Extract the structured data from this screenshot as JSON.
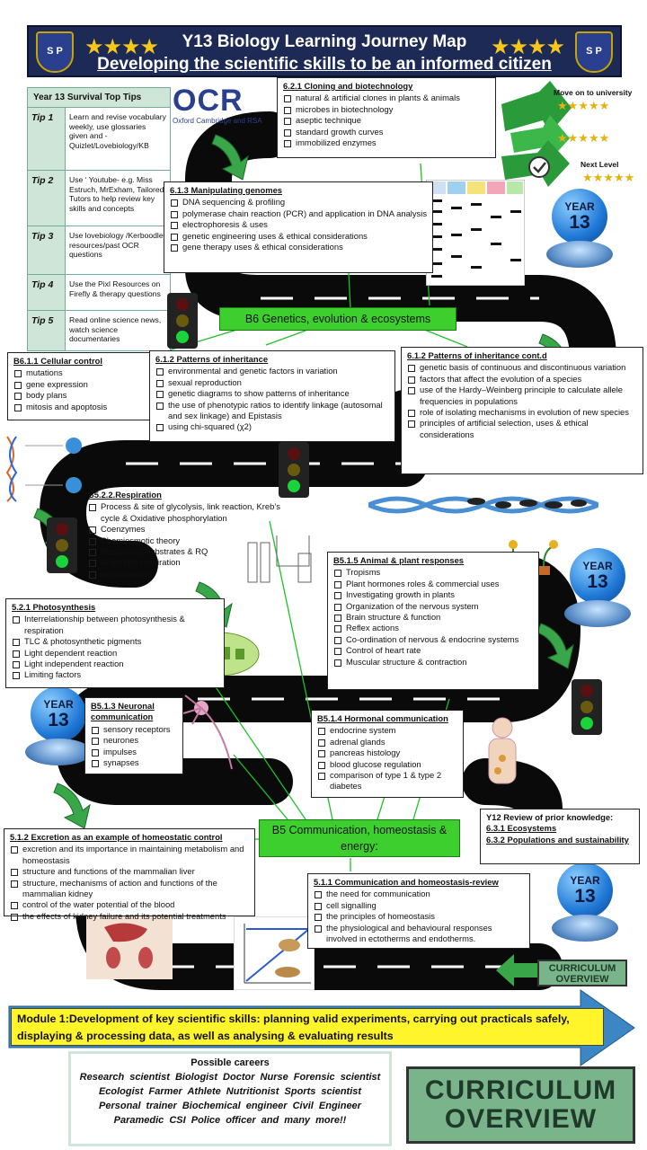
{
  "header": {
    "title": "Y13 Biology Learning Journey Map",
    "subtitle": "Developing the scientific skills to be an informed citizen",
    "stars_left": "★★★★",
    "stars_right": "★★★★",
    "crest_left": "S P",
    "crest_right": "S P"
  },
  "logo": {
    "name": "OCR",
    "sub": "Oxford Cambridge and RSA"
  },
  "tips": {
    "title": "Year 13 Survival Top Tips",
    "rows": [
      {
        "label": "Tip 1",
        "text": "Learn and revise vocabulary weekly, use glossaries given and - Quizlet/Lovebiology/KB"
      },
      {
        "label": "Tip 2",
        "text": "Use ‘ Youtube- e.g. Miss Estruch, MrExham, Tailored Tutors to help review key skills and concepts"
      },
      {
        "label": "Tip 3",
        "text": "Use lovebiology /Kerboodle resources/past OCR questions"
      },
      {
        "label": "Tip 4",
        "text": "Use the Pixl Resources on Firefly & therapy questions"
      },
      {
        "label": "Tip 5",
        "text": "Read online science news, watch science documentaries"
      }
    ]
  },
  "next_steps": {
    "university": "Move on to  university",
    "next_level": "Next Level",
    "rating": "★★★★★"
  },
  "year_label": {
    "word": "YEAR",
    "number": "13"
  },
  "topics": {
    "cloning": {
      "title": "6.2.1 Cloning and biotechnology",
      "items": [
        "natural & artificial clones in plants & animals",
        "microbes in biotechnology",
        "aseptic technique",
        "standard growth curves",
        "immobilized enzymes"
      ]
    },
    "genomes": {
      "title": "6.1.3 Manipulating genomes",
      "items": [
        "DNA sequencing & profiling",
        "polymerase chain reaction (PCR) and application in DNA analysis",
        "electrophoresis & uses",
        "genetic engineering uses & ethical considerations",
        "gene therapy uses  & ethical considerations"
      ]
    },
    "cellular": {
      "title": "B6.1.1 Cellular control",
      "items": [
        "mutations",
        "gene expression",
        "body plans",
        "mitosis and apoptosis"
      ]
    },
    "inheritance": {
      "title": "6.1.2 Patterns of inheritance",
      "items": [
        "environmental and genetic factors in variation",
        "sexual reproduction",
        "genetic diagrams to show patterns of inheritance",
        "the use of phenotypic ratios to identify linkage (autosomal and sex linkage) and Epistasis",
        "using chi-squared (χ2)"
      ]
    },
    "inheritance_cont": {
      "title": "6.1.2 Patterns of inheritance cont.d",
      "items": [
        "genetic basis of continuous and discontinuous variation",
        "factors that affect the evolution of a species",
        "use of the Hardy–Weinberg principle to calculate allele frequencies in populations",
        "role of isolating mechanisms in evolution of new species",
        "principles of artificial selection, uses & ethical considerations"
      ]
    },
    "respiration": {
      "title": "B5.2.2.Respiration",
      "items": [
        "Process & site of glycolysis, link reaction, Kreb’s  cycle & Oxidative phosphorylation",
        "Coenzymes",
        "Chemiosmotic theory",
        "Respiratory substrates  & RQ",
        "Anaerobic respiration",
        "respirometers"
      ]
    },
    "responses": {
      "title": "B5.1.5 Animal & plant responses",
      "items": [
        "Tropisms",
        "Plant hormones roles & commercial uses",
        "Investigating growth in plants",
        "Organization  of the nervous system",
        "Brain structure & function",
        "Reflex actions",
        "Co-ordination of nervous & endocrine systems",
        "Control of heart rate",
        "Muscular structure & contraction"
      ]
    },
    "photosynthesis": {
      "title": "5.2.1 Photosynthesis",
      "items": [
        "Interrelationship between photosynthesis & respiration",
        "TLC & photosynthetic pigments",
        "Light dependent reaction",
        "Light independent reaction",
        "Limiting factors"
      ]
    },
    "neuronal": {
      "title": "B5.1.3 Neuronal communication",
      "items": [
        "sensory receptors",
        "neurones",
        "impulses",
        "synapses"
      ]
    },
    "hormonal": {
      "title": "B5.1.4 Hormonal communication",
      "items": [
        "endocrine system",
        "adrenal glands",
        "pancreas histology",
        "blood glucose regulation",
        "comparison of type 1 & type 2 diabetes"
      ]
    },
    "excretion": {
      "title": "5.1.2 Excretion as an example of homeostatic control",
      "items": [
        "excretion and its importance in maintaining metabolism and homeostasis",
        "structure and functions of the mammalian liver",
        "structure, mechanisms of action and functions of the mammalian kidney",
        "control of the water potential of the blood",
        "the effects of kidney failure and its potential treatments"
      ]
    },
    "homeostasis": {
      "title": "5.1.1 Communication and homeostasis-review",
      "items": [
        "the need for communication",
        "cell signalling",
        "the principles of homeostasis",
        "the physiological and behavioural responses involved in ectotherms and endotherms."
      ]
    }
  },
  "modules": {
    "b6": "B6 Genetics, evolution & ecosystems",
    "b5": "B5 Communication, homeostasis & energy:"
  },
  "review": {
    "title": "Y12 Review of prior knowledge:",
    "line1": "6.3.1 Ecosystems",
    "line2": "6.3.2 Populations and sustainability"
  },
  "module1": "Module 1:Development of key scientific skills: planning valid experiments, carrying out practicals safely, displaying & processing data, as well as analysing & evaluating results",
  "careers": {
    "title": "Possible careers",
    "list": "Research scientist  Biologist  Doctor  Nurse  Forensic scientist  Ecologist  Farmer  Athlete  Nutritionist  Sports scientist  Personal trainer  Biochemical engineer  Civil Engineer  Paramedic  CSI  Police officer  and many more!!"
  },
  "curriculum": {
    "line1": "CURRICULUM",
    "line2": "OVERVIEW"
  },
  "colors": {
    "header": "#1c2a55",
    "road": "#0a0a0a",
    "label_green": "#3ccf2e",
    "banner_yellow": "#fff52a",
    "tips_green": "#cfe5d8"
  }
}
